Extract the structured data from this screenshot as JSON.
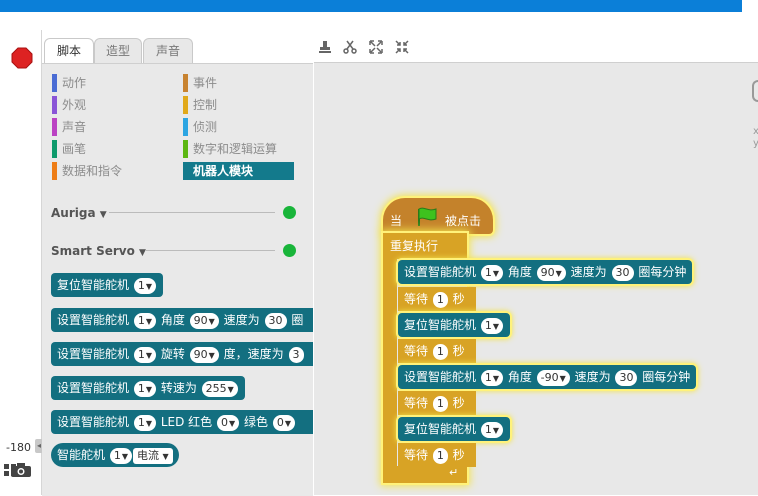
{
  "tabs": [
    "脚本",
    "造型",
    "声音"
  ],
  "categories": [
    {
      "label": "动作",
      "color": "#4a6cd4"
    },
    {
      "label": "事件",
      "color": "#c88330"
    },
    {
      "label": "外观",
      "color": "#8a55d7"
    },
    {
      "label": "控制",
      "color": "#e1a91a"
    },
    {
      "label": "声音",
      "color": "#bb42c3"
    },
    {
      "label": "侦测",
      "color": "#2ca5e2"
    },
    {
      "label": "画笔",
      "color": "#0e9a6c"
    },
    {
      "label": "数字和逻辑运算",
      "color": "#5cb712"
    },
    {
      "label": "数据和指令",
      "color": "#ee7d16"
    },
    {
      "label": "机器人模块",
      "color": "#137a8c"
    }
  ],
  "sections": [
    {
      "label": "Auriga"
    },
    {
      "label": "Smart Servo"
    }
  ],
  "stage": {
    "coord": "-180"
  },
  "palette_blocks": {
    "b1": {
      "t1": "复位智能舵机",
      "v1": "1"
    },
    "b2": {
      "t1": "设置智能舵机",
      "v1": "1",
      "t2": "角度",
      "v2": "90",
      "t3": "速度为",
      "v3": "30",
      "t4": "圈"
    },
    "b3": {
      "t1": "设置智能舵机",
      "v1": "1",
      "t2": "旋转",
      "v2": "90",
      "t3": "度，速度为",
      "v3": "3"
    },
    "b4": {
      "t1": "设置智能舵机",
      "v1": "1",
      "t2": "转速为",
      "v2": "255"
    },
    "b5": {
      "t1": "设置智能舵机",
      "v1": "1",
      "t2": "LED  红色",
      "v2": "0",
      "t3": "绿色",
      "v3": "0"
    },
    "b6": {
      "t1": "智能舵机",
      "v1": "1",
      "v2": "电流"
    }
  },
  "script": {
    "hat_when": "当",
    "hat_clicked": "被点击",
    "repeat": "重复执行",
    "s1": {
      "t1": "设置智能舵机",
      "v1": "1",
      "t2": "角度",
      "v2": "90",
      "t3": "速度为",
      "v3": "30",
      "t4": "圈每分钟"
    },
    "w1": {
      "t1": "等待",
      "v1": "1",
      "t2": "秒"
    },
    "s2": {
      "t1": "复位智能舵机",
      "v1": "1"
    },
    "w2": {
      "t1": "等待",
      "v1": "1",
      "t2": "秒"
    },
    "s3": {
      "t1": "设置智能舵机",
      "v1": "1",
      "t2": "角度",
      "v2": "-90",
      "t3": "速度为",
      "v3": "30",
      "t4": "圈每分钟"
    },
    "w3": {
      "t1": "等待",
      "v1": "1",
      "t2": "秒"
    },
    "s4": {
      "t1": "复位智能舵机",
      "v1": "1"
    },
    "w4": {
      "t1": "等待",
      "v1": "1",
      "t2": "秒"
    }
  }
}
